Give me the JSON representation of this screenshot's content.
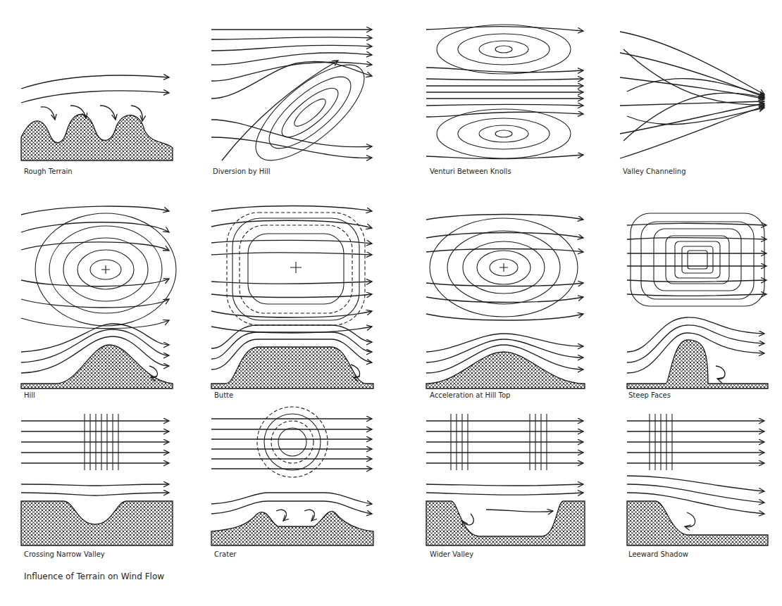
{
  "diagram": {
    "caption": "Influence of Terrain on Wind Flow",
    "labels": [
      "Rough Terrain",
      "Diversion by Hill",
      "Venturi Between Knolls",
      "Valley Channeling",
      "Hill",
      "Butte",
      "Acceleration at Hill Top",
      "Steep Faces",
      "Crossing Narrow Valley",
      "Crater",
      "Wider Valley",
      "Leeward Shadow"
    ]
  }
}
